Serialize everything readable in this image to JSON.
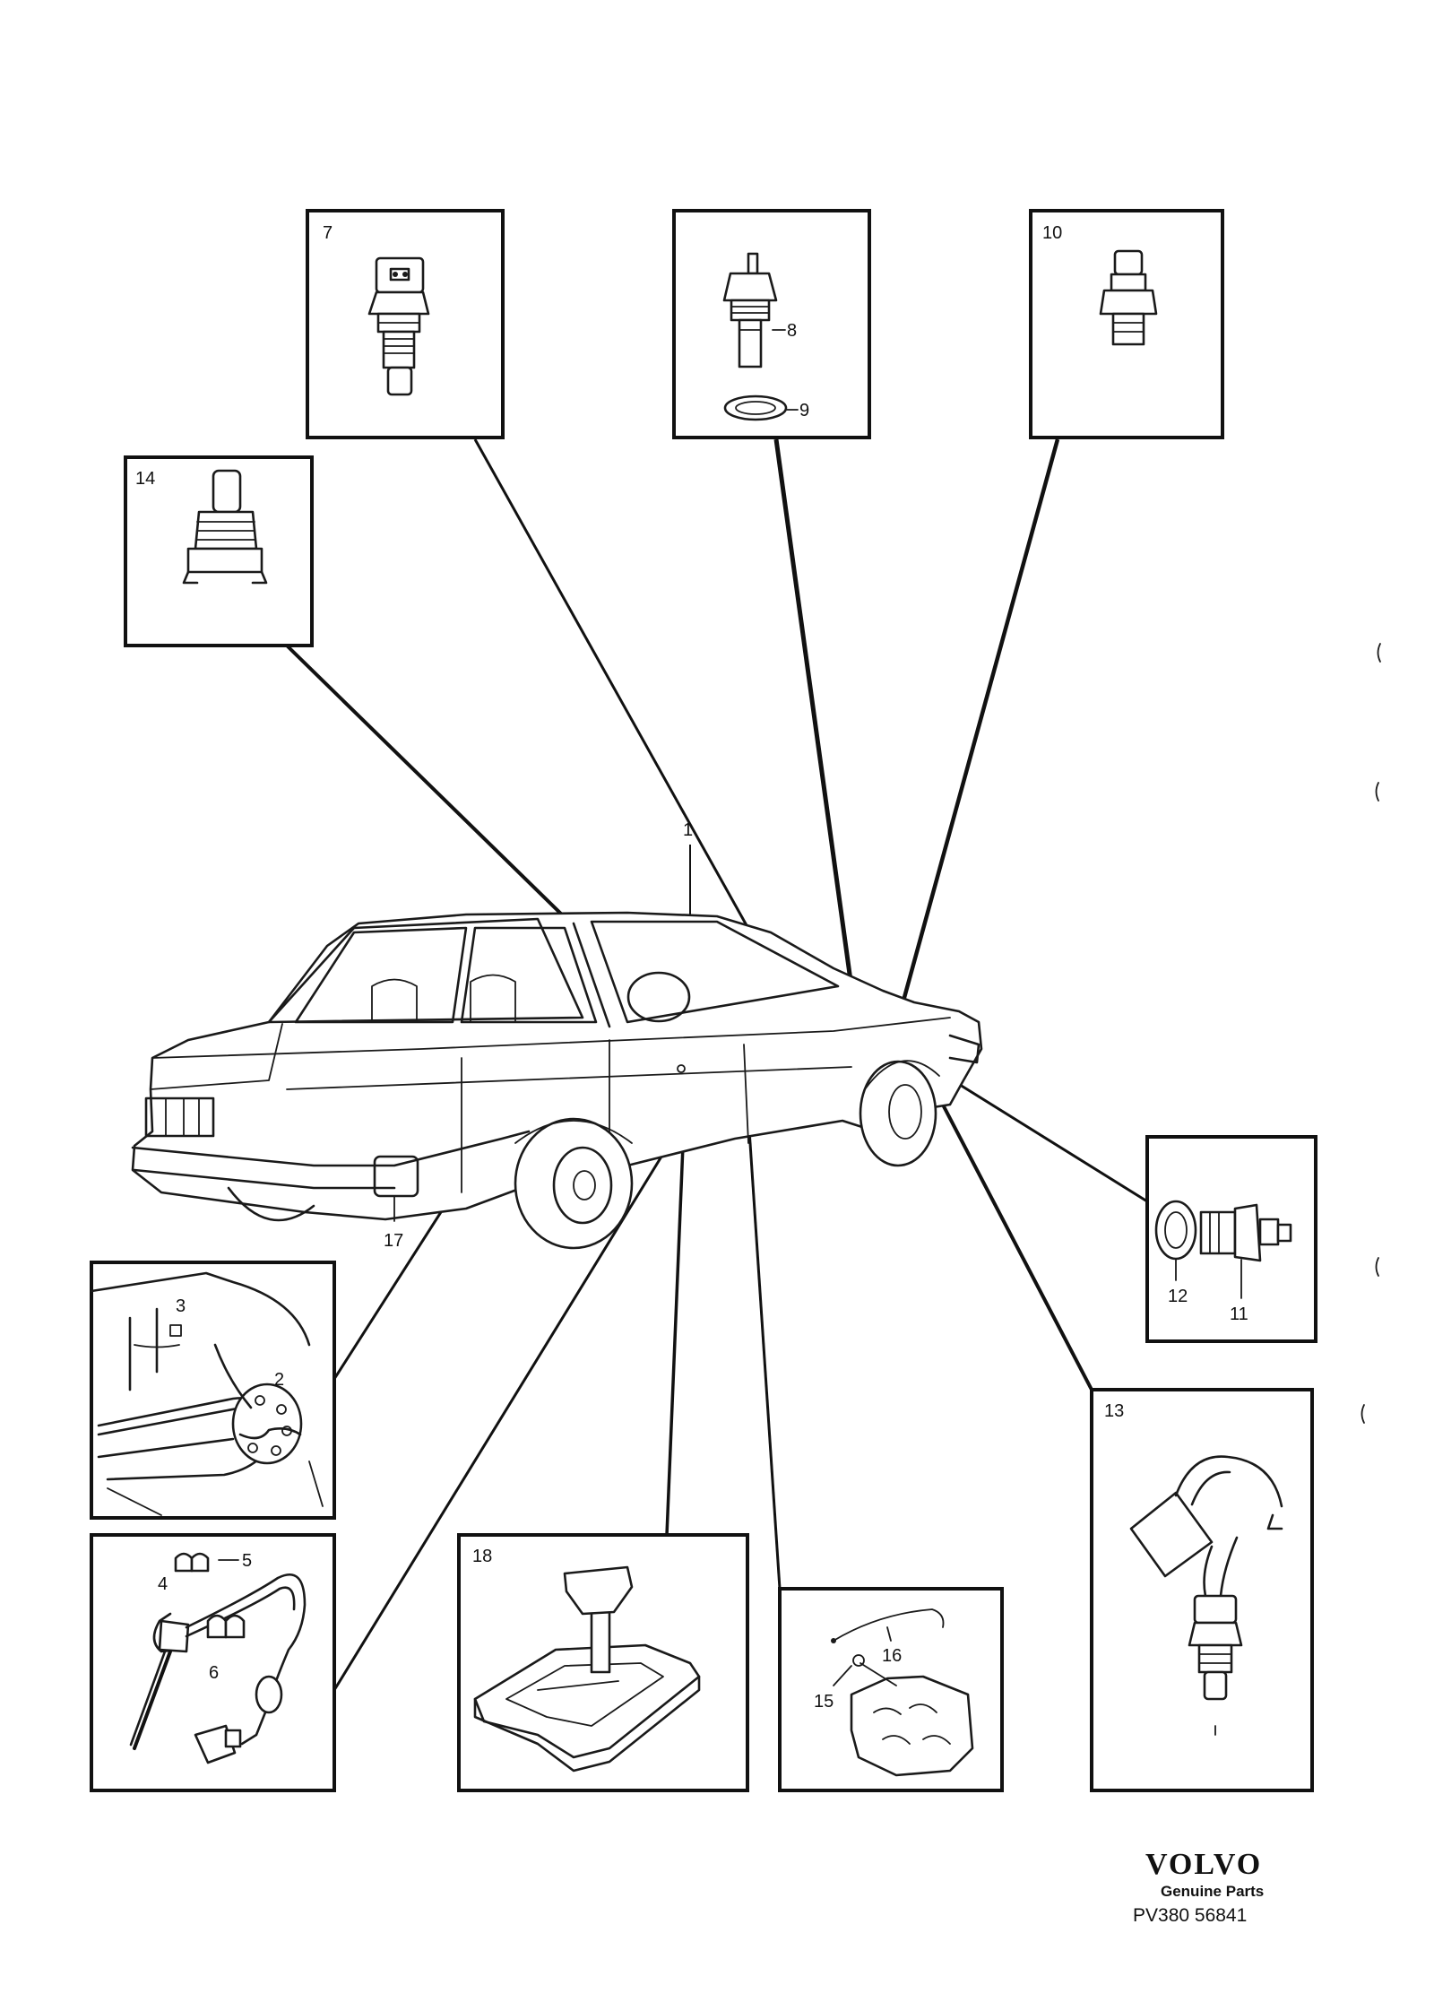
{
  "callouts": {
    "c1": "1",
    "c2": "2",
    "c3": "3",
    "c4": "4",
    "c5": "5",
    "c6": "6",
    "c7": "7",
    "c8": "8",
    "c9": "9",
    "c10": "10",
    "c11": "11",
    "c12": "12",
    "c13": "13",
    "c14": "14",
    "c15": "15",
    "c16": "16",
    "c17": "17",
    "c18": "18"
  },
  "footer": {
    "brand": "VOLVO",
    "subtitle": "Genuine Parts",
    "code": "PV380 56841"
  },
  "colors": {
    "ink": "#111111",
    "paper": "#ffffff"
  }
}
